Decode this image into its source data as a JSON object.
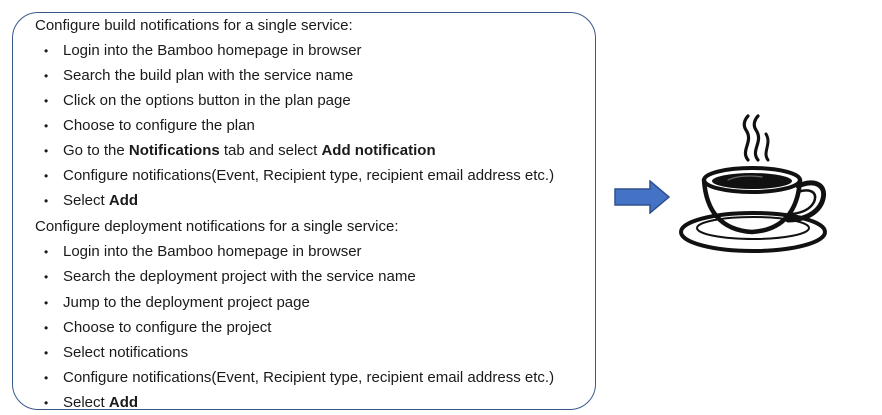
{
  "build_section": {
    "heading": "Configure build notifications for a single service:",
    "steps": [
      {
        "parts": [
          "Login into the Bamboo homepage in browser"
        ]
      },
      {
        "parts": [
          "Search the build plan with the service name"
        ]
      },
      {
        "parts": [
          "Click on the options button in the plan page"
        ]
      },
      {
        "parts": [
          "Choose to configure the plan"
        ]
      },
      {
        "parts": [
          "Go to the ",
          "Notifications",
          " tab and select ",
          "Add notification"
        ]
      },
      {
        "parts": [
          "Configure notifications(Event, Recipient type, recipient email address etc.)"
        ]
      },
      {
        "parts": [
          "Select ",
          "Add"
        ]
      }
    ]
  },
  "deploy_section": {
    "heading": "Configure deployment notifications for a single service:",
    "steps": [
      {
        "parts": [
          "Login into the Bamboo homepage in browser"
        ]
      },
      {
        "parts": [
          "Search the deployment project with the service name"
        ]
      },
      {
        "parts": [
          "Jump to the deployment project page"
        ]
      },
      {
        "parts": [
          "Choose to configure the project"
        ]
      },
      {
        "parts": [
          "Select notifications"
        ]
      },
      {
        "parts": [
          "Configure notifications(Event, Recipient type, recipient email address etc.)"
        ]
      },
      {
        "parts": [
          "Select ",
          "Add"
        ]
      }
    ]
  },
  "bullet_glyph": "•",
  "colors": {
    "panel_border": "#3b5a8c",
    "arrow_fill": "#4472c4",
    "arrow_stroke": "#2f528f"
  },
  "icons": {
    "arrow": "right-arrow-icon",
    "cup": "coffee-cup-icon"
  }
}
